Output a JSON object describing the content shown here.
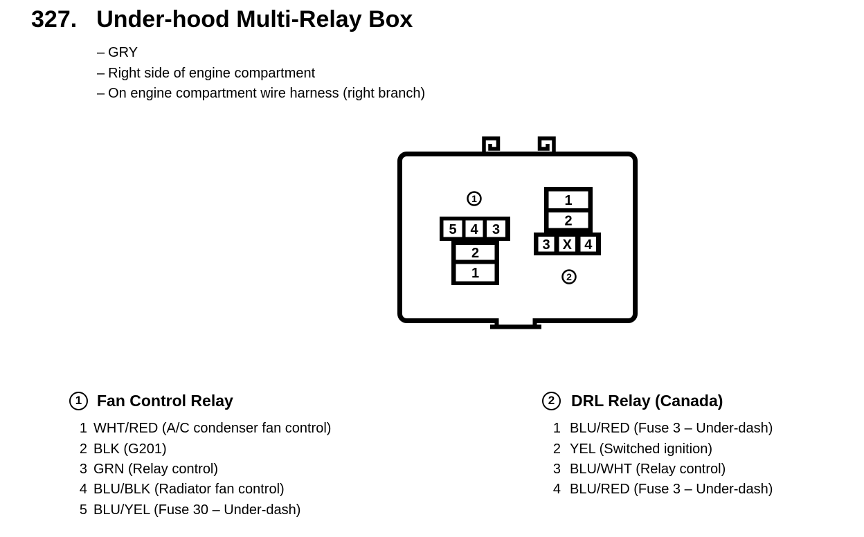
{
  "page": {
    "section_number": "327.",
    "title": "Under-hood Multi-Relay Box",
    "bullet_dash": "–",
    "bullets": [
      "GRY",
      "Right side of engine compartment",
      "On engine compartment wire harness (right branch)"
    ]
  },
  "diagram": {
    "connector1": {
      "callout": "1",
      "top_row": [
        "5",
        "4",
        "3"
      ],
      "stack": [
        "2",
        "1"
      ]
    },
    "connector2": {
      "callout": "2",
      "stack": [
        "1",
        "2"
      ],
      "bottom_row": [
        "3",
        "X",
        "4"
      ]
    }
  },
  "legends": {
    "fan_relay": {
      "callout": "1",
      "title": "Fan Control Relay",
      "items": [
        {
          "pin": "1",
          "desc": "WHT/RED (A/C condenser fan control)"
        },
        {
          "pin": "2",
          "desc": "BLK (G201)"
        },
        {
          "pin": "3",
          "desc": "GRN (Relay control)"
        },
        {
          "pin": "4",
          "desc": "BLU/BLK (Radiator fan control)"
        },
        {
          "pin": "5",
          "desc": "BLU/YEL (Fuse 30 – Under-dash)"
        }
      ]
    },
    "drl_relay": {
      "callout": "2",
      "title": "DRL Relay (Canada)",
      "items": [
        {
          "pin": "1",
          "desc": "BLU/RED (Fuse 3 – Under-dash)"
        },
        {
          "pin": "2",
          "desc": "YEL (Switched ignition)"
        },
        {
          "pin": "3",
          "desc": "BLU/WHT (Relay control)"
        },
        {
          "pin": "4",
          "desc": "BLU/RED (Fuse 3 – Under-dash)"
        }
      ]
    }
  },
  "colors": {
    "ink": "#000000",
    "paper": "#ffffff"
  }
}
